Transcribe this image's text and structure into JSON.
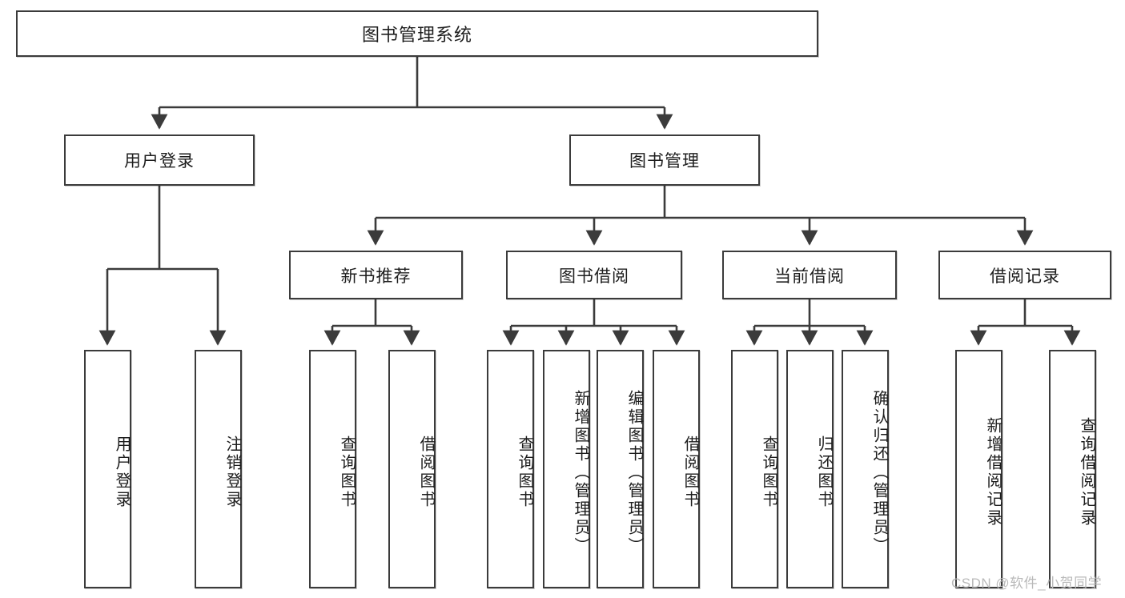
{
  "diagram": {
    "title": "图书管理系统",
    "type": "tree-hierarchy-chart",
    "stroke_color": "#3b3b3b",
    "fill_color": "#ffffff",
    "text_color": "#1d1d1d"
  },
  "root": {
    "label": "图书管理系统"
  },
  "level2": [
    {
      "label": "用户登录"
    },
    {
      "label": "图书管理"
    }
  ],
  "level3": [
    {
      "label": "新书推荐"
    },
    {
      "label": "图书借阅"
    },
    {
      "label": "当前借阅"
    },
    {
      "label": "借阅记录"
    }
  ],
  "leaves": {
    "user_login": [
      {
        "label": "用户登录"
      },
      {
        "label": "注销登录"
      }
    ],
    "new_book_recommend": [
      {
        "label": "查询图书"
      },
      {
        "label": "借阅图书"
      }
    ],
    "book_borrow": [
      {
        "label": "查询图书"
      },
      {
        "label": "新增图书（管理员）"
      },
      {
        "label": "编辑图书（管理员）"
      },
      {
        "label": "借阅图书"
      }
    ],
    "current_borrow": [
      {
        "label": "查询图书"
      },
      {
        "label": "归还图书"
      },
      {
        "label": "确认归还（管理员）"
      }
    ],
    "borrow_records": [
      {
        "label": "新增借阅记录"
      },
      {
        "label": "查询借阅记录"
      }
    ]
  },
  "watermark": {
    "text": "CSDN @软件_小贺同学"
  }
}
